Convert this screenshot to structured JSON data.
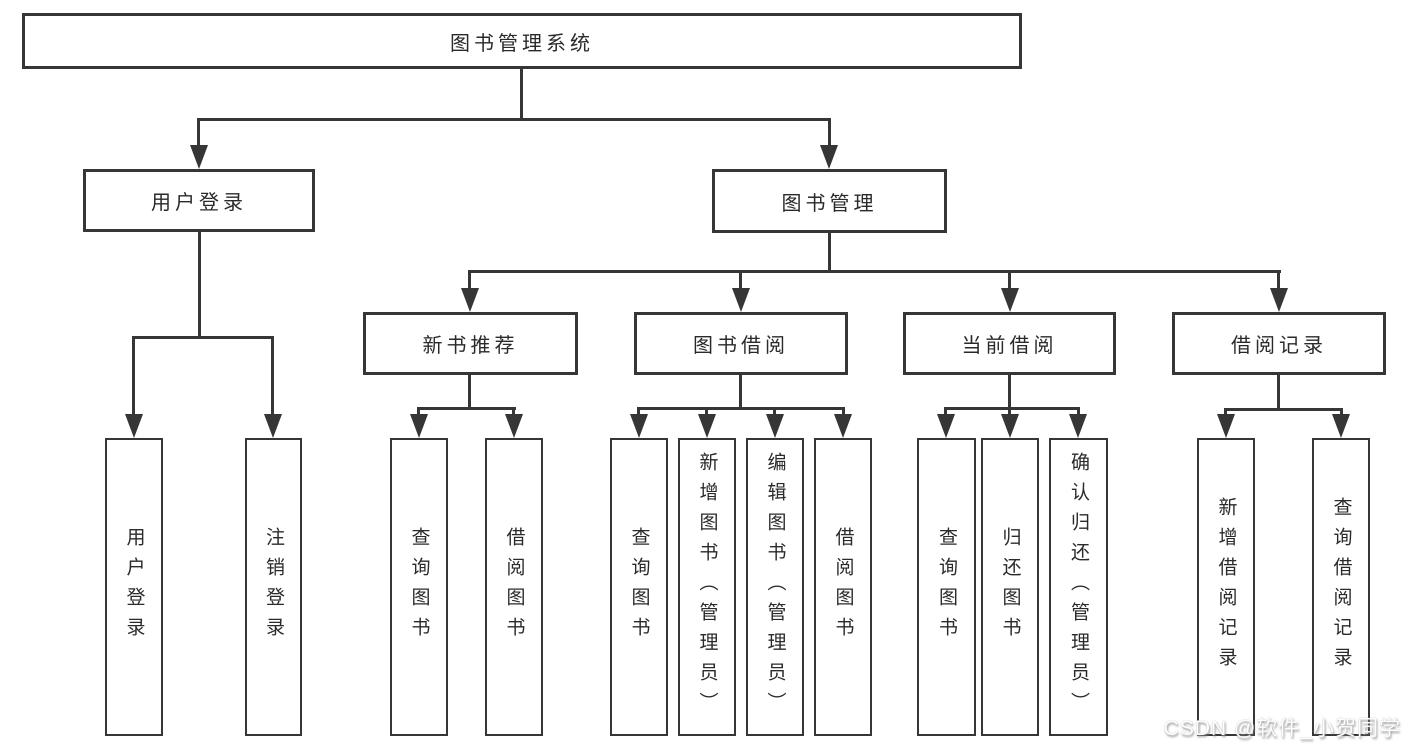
{
  "tree": {
    "label": "图书管理系统",
    "children": [
      {
        "label": "用户登录",
        "children": [
          {
            "label": "用户登录"
          },
          {
            "label": "注销登录"
          }
        ]
      },
      {
        "label": "图书管理",
        "children": [
          {
            "label": "新书推荐",
            "children": [
              {
                "label": "查询图书"
              },
              {
                "label": "借阅图书"
              }
            ]
          },
          {
            "label": "图书借阅",
            "children": [
              {
                "label": "查询图书"
              },
              {
                "label": "新增图书（管理员）"
              },
              {
                "label": "编辑图书（管理员）"
              },
              {
                "label": "借阅图书"
              }
            ]
          },
          {
            "label": "当前借阅",
            "children": [
              {
                "label": "查询图书"
              },
              {
                "label": "归还图书"
              },
              {
                "label": "确认归还（管理员）"
              }
            ]
          },
          {
            "label": "借阅记录",
            "children": [
              {
                "label": "新增借阅记录"
              },
              {
                "label": "查询借阅记录"
              }
            ]
          }
        ]
      }
    ]
  },
  "watermark": {
    "text": "CSDN @软件_小贺同学"
  },
  "colors": {
    "line": "#363636",
    "text": "#2a2a2a",
    "background": "#ffffff",
    "watermark_text": "#fdfdfd"
  }
}
